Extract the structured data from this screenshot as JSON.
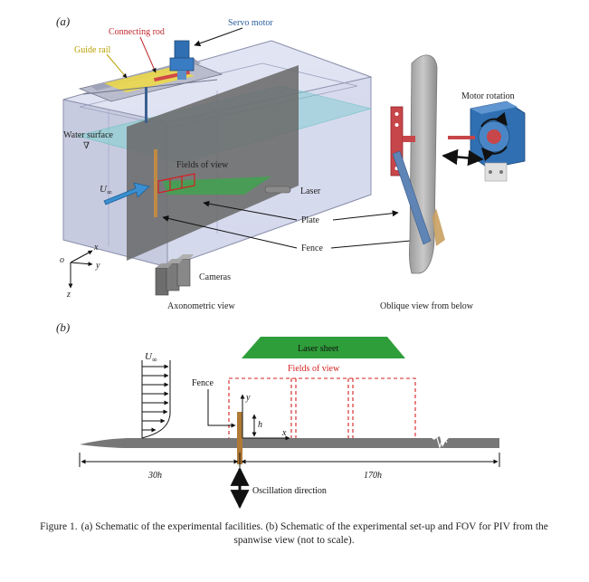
{
  "panel_a": {
    "label": "(a)",
    "left_view": {
      "servo_motor": "Servo motor",
      "connecting_rod": "Connecting rod",
      "guide_rail": "Guide rail",
      "water_surface": "Water surface",
      "water_symbol": "∇",
      "fields_of_view": "Fields of view",
      "u_inf": "U",
      "u_inf_sub": "∞",
      "laser": "Laser",
      "plate": "Plate",
      "fence": "Fence",
      "axis_o": "o",
      "axis_x": "x",
      "axis_y": "y",
      "axis_z": "z",
      "cameras": "Cameras",
      "view_caption": "Axonometric view"
    },
    "right_view": {
      "motor_rotation": "Motor rotation",
      "view_caption": "Oblique view from below"
    }
  },
  "panel_b": {
    "label": "(b)",
    "u_inf": "U",
    "u_inf_sub": "∞",
    "laser_sheet": "Laser sheet",
    "fields_of_view": "Fields of view",
    "fence": "Fence",
    "axis_y": "y",
    "axis_x": "x",
    "h_label": "h",
    "upstream_length": "30h",
    "downstream_length": "170h",
    "oscillation_direction": "Oscillation direction"
  },
  "caption": {
    "lead": "Figure 1.",
    "text": "(a) Schematic of the experimental facilities. (b) Schematic of the experimental set-up and FOV for PIV from the spanwise view (not to scale)."
  },
  "colors": {
    "servo_label": "#2c5f9e",
    "rod_label": "#c0282d",
    "guide_label": "#b8a000",
    "fov_red": "#d42020",
    "laser_green": "#2e9e3a",
    "plate_gray": "#8a8a8a",
    "fence_brown": "#b07a35",
    "arrow_blue": "#3a8fd0"
  }
}
